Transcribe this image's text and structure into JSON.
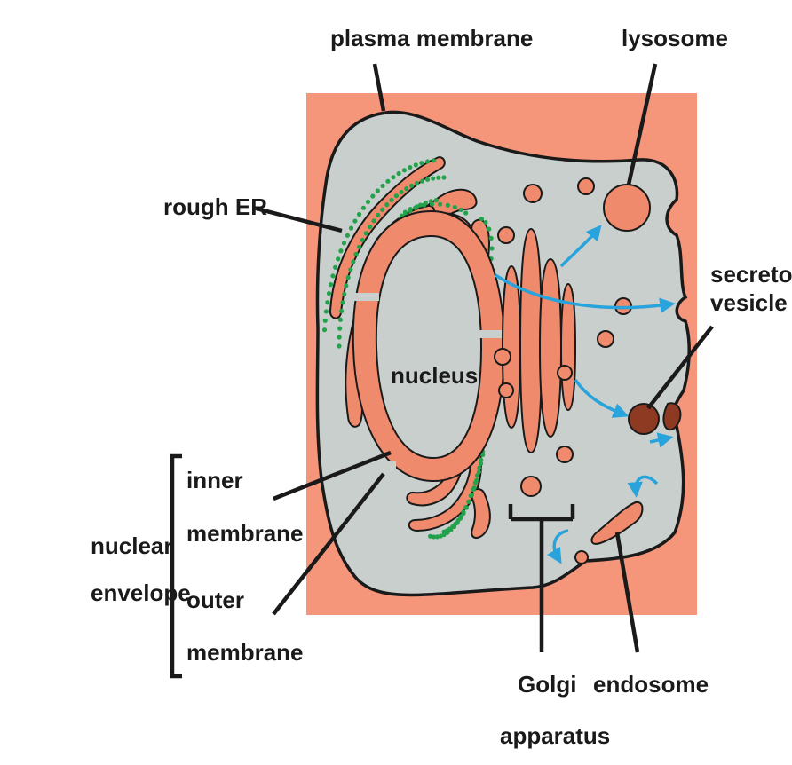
{
  "labels": {
    "plasma_membrane": "plasma membrane",
    "lysosome": "lysosome",
    "rough_er": "rough ER",
    "secretory_vesicle_1": "secretory",
    "secretory_vesicle_2": "vesicle",
    "nucleus": "nucleus",
    "inner_membrane_1": "inner",
    "inner_membrane_2": "membrane",
    "nuclear_envelope_1": "nuclear",
    "nuclear_envelope_2": "envelope",
    "outer_membrane_1": "outer",
    "outer_membrane_2": "membrane",
    "golgi_1": "Golgi",
    "golgi_2": "apparatus",
    "endosome": "endosome"
  },
  "colors": {
    "extracellular": "#f5957a",
    "cytoplasm": "#c9cfcc",
    "organelle": "#f08a6c",
    "ribosome": "#22a24a",
    "arrow": "#29a3dc",
    "outline": "#1a1a1a",
    "vesicle_dark": "#8e3a22"
  }
}
